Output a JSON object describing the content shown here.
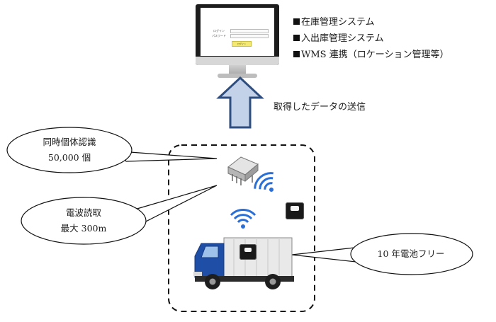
{
  "monitor": {
    "login_id_label": "ログイン",
    "password_label": "パスワード",
    "login_button": "ログイン"
  },
  "systems": [
    "在庫管理システム",
    "入出庫管理システム",
    "WMS 連携（ロケーション管理等）"
  ],
  "transfer_label": "取得したデータの送信",
  "callouts": {
    "simultaneous": [
      "同時個体認識",
      "50,000 個"
    ],
    "range": [
      "電波読取",
      "最大 300m"
    ],
    "battery": "10 年電池フリー"
  },
  "colors": {
    "arrow_fill": "#c3d1e9",
    "arrow_stroke": "#2f4e80",
    "truck_cab": "#1f4ea6",
    "wifi": "#2a6fd6"
  }
}
